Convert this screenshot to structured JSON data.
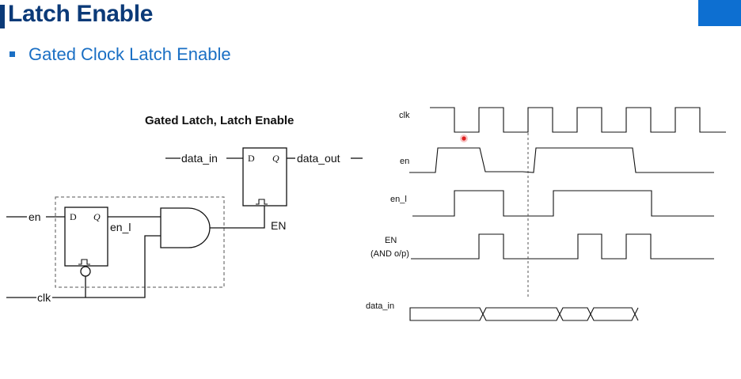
{
  "slide": {
    "title": "Latch Enable",
    "bullet": "Gated Clock Latch Enable",
    "accent_color": "#0b3a78",
    "bullet_color": "#1a6fc4"
  },
  "circuit": {
    "caption": "Gated Latch, Latch Enable",
    "top_latch": {
      "d_pin": "D",
      "q_pin": "Q",
      "input_label": "data_in",
      "output_label": "data_out",
      "enable_label": "EN"
    },
    "bottom_latch": {
      "d_pin": "D",
      "q_pin": "Q",
      "input_label": "en",
      "output_label": "en_l",
      "clock_label": "clk"
    },
    "gate": "and-gate"
  },
  "timing": {
    "signals": [
      {
        "name": "clk",
        "label": "clk"
      },
      {
        "name": "en",
        "label": "en"
      },
      {
        "name": "en_l",
        "label": "en_l"
      },
      {
        "name": "en_and",
        "label": "EN",
        "sublabel": "(AND o/p)"
      },
      {
        "name": "data_in",
        "label": "data_in"
      }
    ],
    "marker_color": "#e02020"
  }
}
